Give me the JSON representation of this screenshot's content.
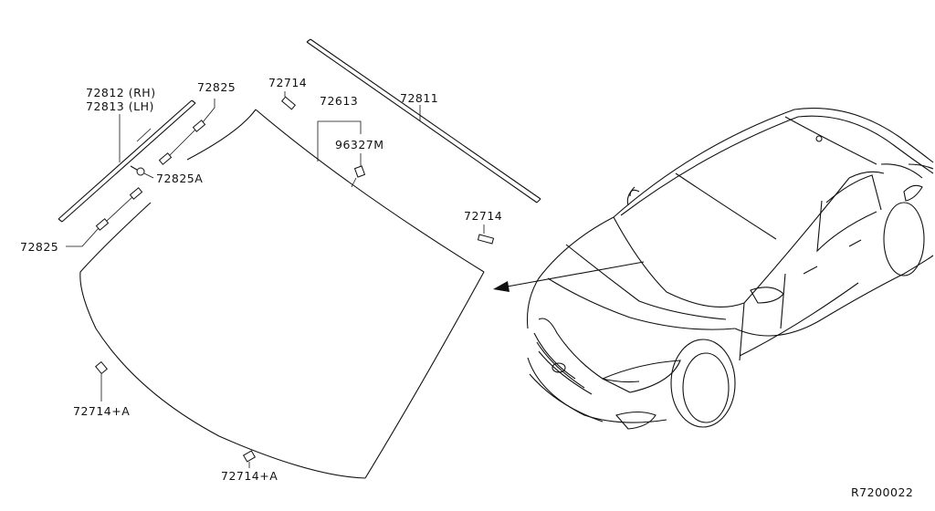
{
  "diagram": {
    "labels": {
      "l72812": "72812 (RH)",
      "l72813": "72813 (LH)",
      "l72825_top": "72825",
      "l72825a": "72825A",
      "l72825_left": "72825",
      "l72714_top": "72714",
      "l72613": "72613",
      "l96327m": "96327M",
      "l72811": "72811",
      "l72714_right": "72714",
      "l72714a_left": "72714+A",
      "l72714a_bottom": "72714+A"
    },
    "figure_code": "R7200022"
  }
}
